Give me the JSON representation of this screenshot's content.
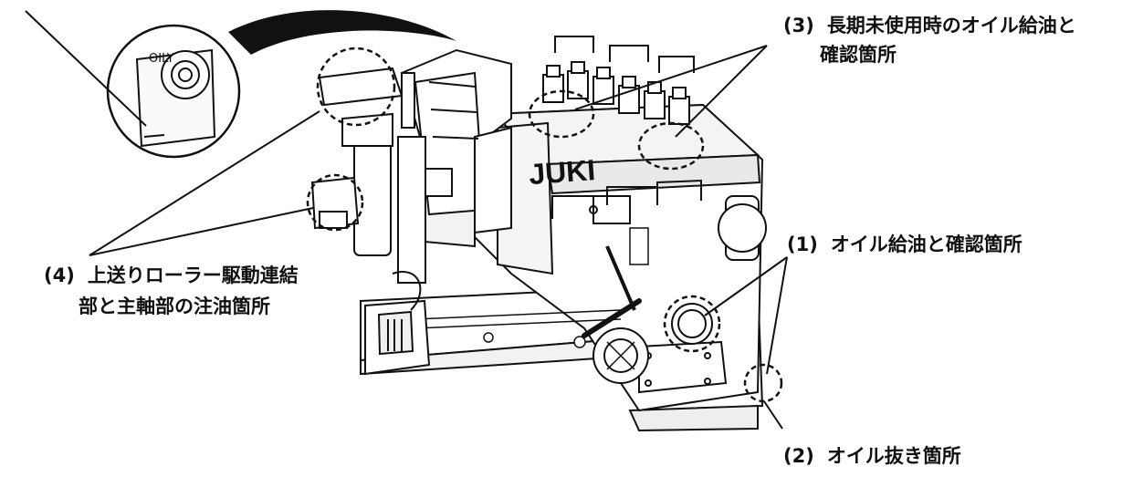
{
  "labels": {
    "l1": {
      "num": "(1)",
      "text": "オイル給油と確認箇所"
    },
    "l2": {
      "num": "(2)",
      "text": "オイル抜き箇所"
    },
    "l3": {
      "num": "(3)",
      "text_line1": "長期未使用時のオイル給油と",
      "text_line2": "確認箇所"
    },
    "l4": {
      "num": "(4)",
      "text_line1": "上送りローラー駆動連結",
      "text_line2": "部と主軸部の注油箇所"
    }
  },
  "brand": "JUKI",
  "colors": {
    "line": "#111111",
    "fill": "#ffffff",
    "shade": "#e9e9e9"
  }
}
